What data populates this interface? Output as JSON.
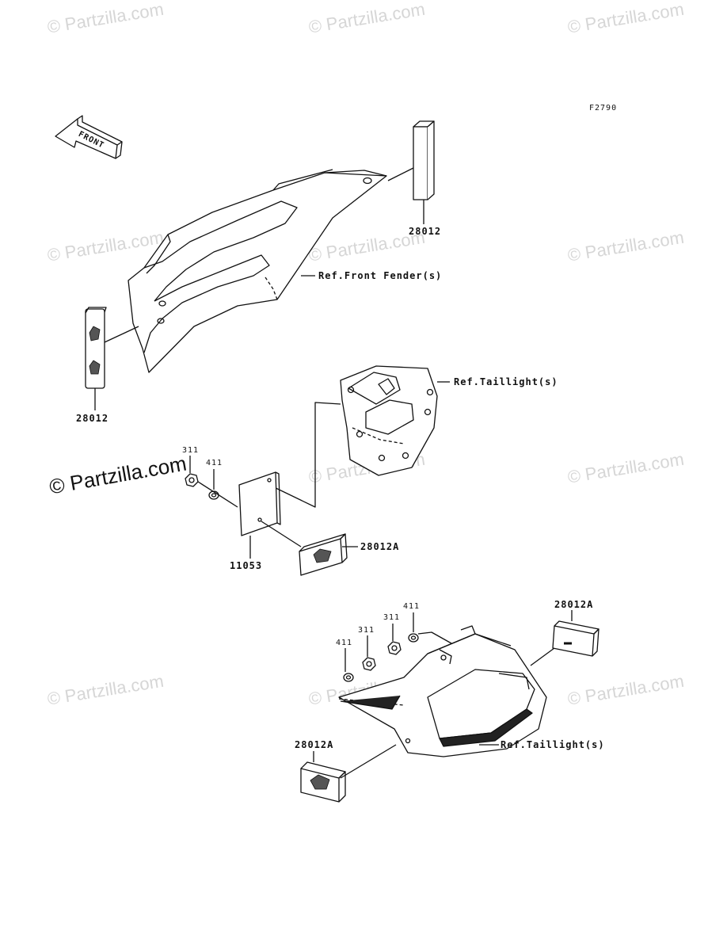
{
  "figure_code": "F2790",
  "front_arrow": "FRONT",
  "watermark": "© Partzilla.com",
  "part_labels": {
    "reflector_top": "28012",
    "reflector_left": "28012",
    "fender_ref": "Ref.Front Fender(s)",
    "taillight_ref_upper": "Ref.Taillight(s)",
    "nut_upper": "311",
    "washer_upper": "411",
    "bracket": "11053",
    "reflector_plate": "28012A",
    "washer_lower_right": "411",
    "nut_lower_right": "311",
    "nut_lower_left": "311",
    "washer_lower_left": "411",
    "reflector_lower_right": "28012A",
    "reflector_lower_left": "28012A",
    "taillight_ref_lower": "Ref.Taillight(s)"
  }
}
